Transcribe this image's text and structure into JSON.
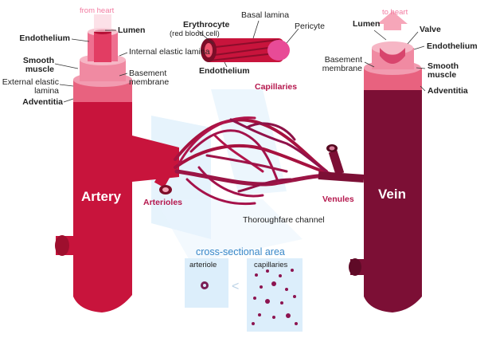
{
  "artery": {
    "name": "Artery",
    "flow_label": "from heart",
    "layers": [
      "Endothelium",
      "Smooth muscle",
      "External elastic lamina",
      "Adventitia"
    ],
    "lumen": "Lumen",
    "internal_elastic_lamina": "Internal elastic lamina",
    "basement_membrane": "Basement membrane"
  },
  "vein": {
    "name": "Vein",
    "flow_label": "to heart",
    "lumen": "Lumen",
    "valve": "Valve",
    "endothelium": "Endothelium",
    "basement_membrane": "Basement membrane",
    "smooth_muscle": "Smooth muscle",
    "adventitia": "Adventitia"
  },
  "capillary": {
    "erythrocyte": "Erythrocyte",
    "erythrocyte_sub": "(red blood cell)",
    "basal_lamina": "Basal lamina",
    "pericyte": "Pericyte",
    "endothelium": "Endothelium",
    "capillaries": "Capillaries"
  },
  "network": {
    "arterioles": "Arterioles",
    "venules": "Venules",
    "thoroughfare": "Thoroughfare channel"
  },
  "cross_section": {
    "title": "cross-sectional area",
    "arteriole": "arteriole",
    "capillaries": "capillaries",
    "comparison": "<"
  },
  "colors": {
    "artery": "#c8143c",
    "artery_dark": "#9e0f2e",
    "vein": "#7c0f35",
    "vein_dark": "#5f0a27",
    "accent": "#b5174d",
    "panel": "#dceefb"
  }
}
